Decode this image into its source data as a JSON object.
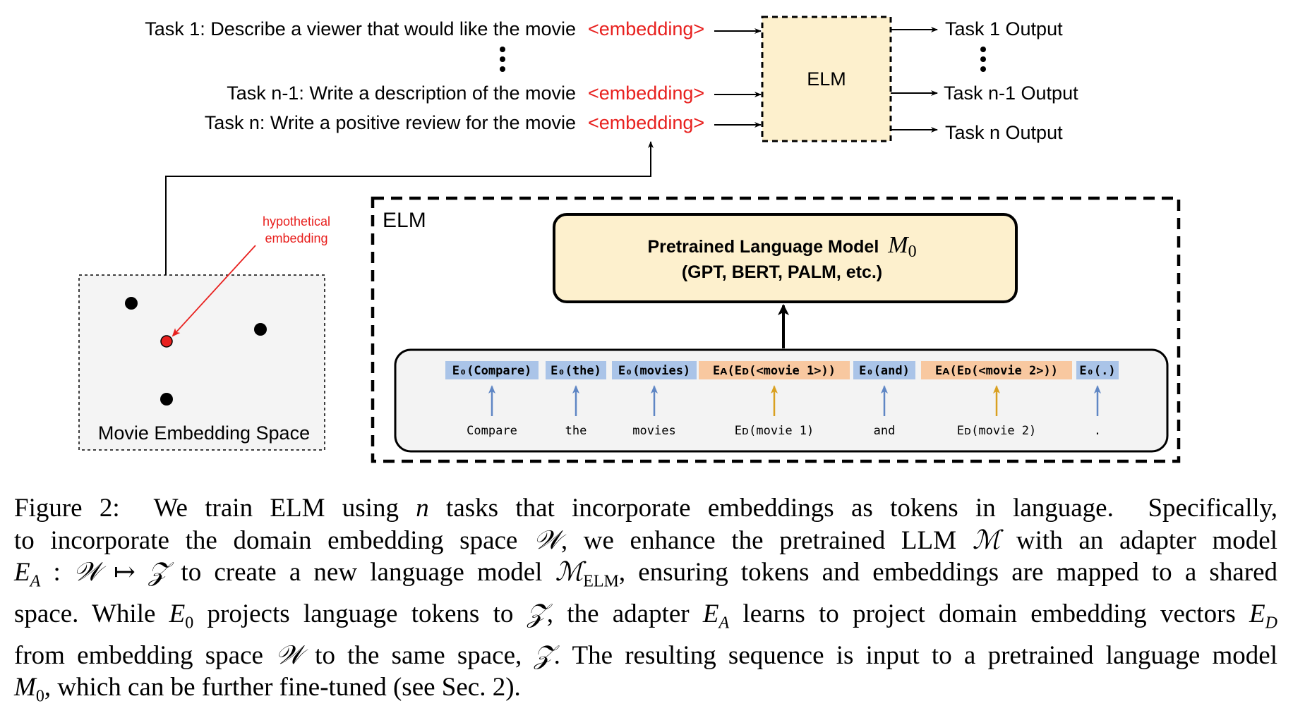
{
  "top": {
    "tasks": [
      {
        "prefix": "Task 1: Describe a viewer that would like the movie",
        "embedding": "<embedding>"
      },
      {
        "prefix": "Task n-1: Write a description of the movie",
        "embedding": "<embedding>"
      },
      {
        "prefix": "Task n: Write a positive review for the movie",
        "embedding": "<embedding>"
      }
    ],
    "elm_box_label": "ELM",
    "outputs": [
      "Task 1 Output",
      "Task n-1 Output",
      "Task n Output"
    ]
  },
  "embedding_space": {
    "label": "Movie Embedding Space",
    "hypothetical_line1": "hypothetical",
    "hypothetical_line2": "embedding"
  },
  "elm_detail": {
    "label": "ELM",
    "model_title": "Pretrained Language Model",
    "model_symbol": "M",
    "model_subscript": "0",
    "model_subtitle": "(GPT, BERT, PALM, etc.)",
    "tokens": [
      {
        "embedding": "E₀(Compare)",
        "word": "Compare",
        "kind": "language"
      },
      {
        "embedding": "E₀(the)",
        "word": "the",
        "kind": "language"
      },
      {
        "embedding": "E₀(movies)",
        "word": "movies",
        "kind": "language"
      },
      {
        "embedding": "Eᴀ(Eᴅ(<movie 1>))",
        "word": "Eᴅ(movie 1)",
        "kind": "domain"
      },
      {
        "embedding": "E₀(and)",
        "word": "and",
        "kind": "language"
      },
      {
        "embedding": "Eᴀ(Eᴅ(<movie 2>))",
        "word": "Eᴅ(movie 2)",
        "kind": "domain"
      },
      {
        "embedding": "E₀(.)",
        "word": ".",
        "kind": "language"
      }
    ]
  },
  "colors": {
    "embedding_text": "#e8201e",
    "elm_fill": "#fdf0cd",
    "space_fill": "#f4f4f4",
    "token_language_fill": "#aac4e8",
    "token_domain_fill": "#f8c8a0",
    "arrow_language": "#5f86c4",
    "arrow_domain": "#d9a020"
  },
  "caption": {
    "text": "Figure 2: We train ELM using n tasks that incorporate embeddings as tokens in language. Specifically, to incorporate the domain embedding space W, we enhance the pretrained LLM M with an adapter model EA : W ↦ Z to create a new language model MELM, ensuring tokens and embeddings are mapped to a shared space. While E0 projects language tokens to Z, the adapter EA learns to project domain embedding vectors ED from embedding space W to the same space, Z. The resulting sequence is input to a pretrained language model M0, which can be further fine-tuned (see Sec. 2).",
    "lines": [
      "Figure 2:  We train ELM using n tasks that incorporate embeddings as tokens in language.  Specifically,",
      "to incorporate the domain embedding space W, we enhance the pretrained LLM M with an adapter model",
      "EA : W ↦ Z to create a new language model MELM, ensuring tokens and embeddings are mapped to a shared",
      "space. While E0 projects language tokens to Z, the adapter EA learns to project domain embedding vectors ED",
      "from embedding space W to the same space, Z. The resulting sequence is input to a pretrained language model",
      "M0, which can be further fine-tuned (see Sec. 2)."
    ]
  }
}
